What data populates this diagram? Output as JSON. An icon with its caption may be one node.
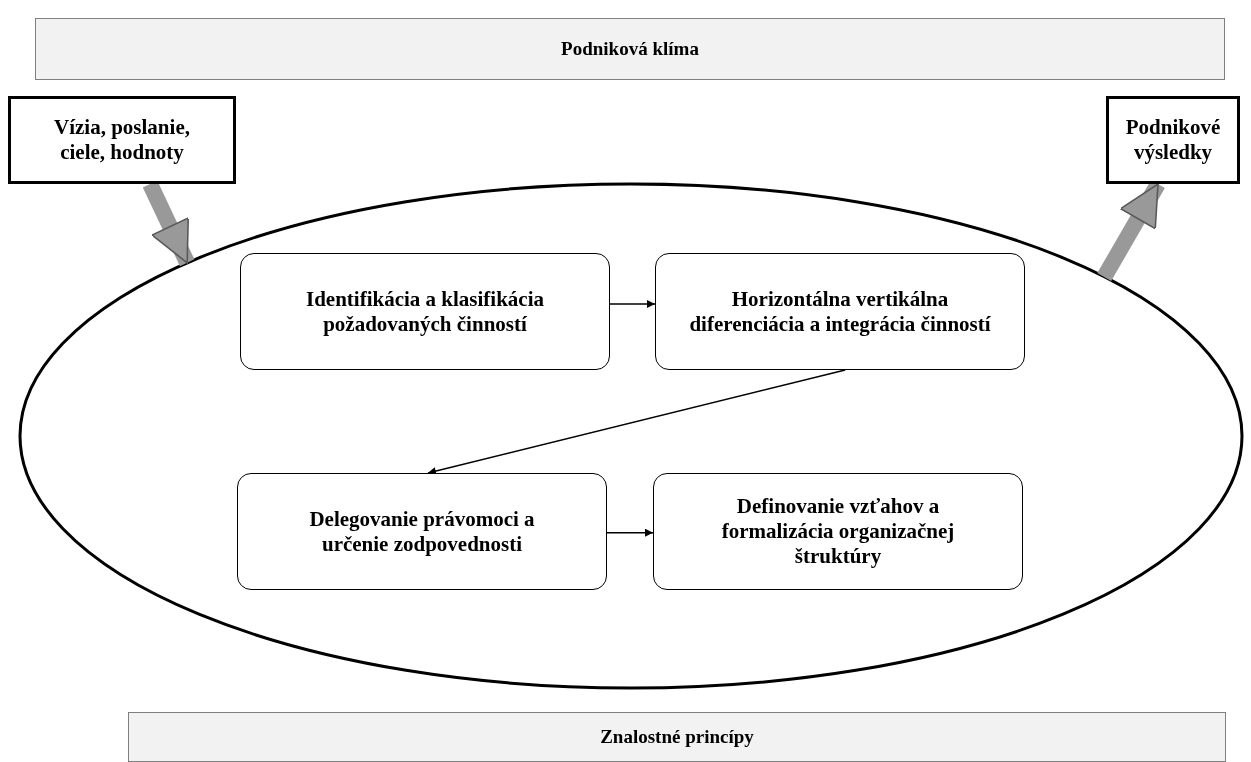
{
  "diagram": {
    "nodes": [
      {
        "text": [
          "Podniková klíma"
        ]
      },
      {
        "text": [
          "Vízia, poslanie, ciele, hodnoty"
        ]
      },
      {
        "text": [
          "Podnikové výsledky"
        ]
      },
      {
        "text": [],
        "shape": "ellipse"
      },
      {
        "text": [
          "Identifikácia a klasifikácia požadovaných činností"
        ],
        "in": 3
      },
      {
        "text": [
          "Horizontálna vertikálna diferenciácia a integrácia činností"
        ],
        "in": 3
      },
      {
        "text": [
          "Delegovanie právomoci a určenie zodpovednosti"
        ],
        "in": 3
      },
      {
        "text": [
          "Definovanie vzťahov a formalizácia organizačnej štruktúry"
        ],
        "in": 3
      },
      {
        "text": [
          "Znalostné princípy"
        ]
      }
    ],
    "edges": [
      {
        "from": 1,
        "to": 3,
        "arrow": "to",
        "style": "thick",
        "color": "#999999"
      },
      {
        "from": 3,
        "to": 2,
        "arrow": "to",
        "style": "thick",
        "color": "#999999"
      },
      {
        "from": 4,
        "to": 5,
        "arrow": "to"
      },
      {
        "from": 5,
        "to": 6,
        "arrow": "to"
      },
      {
        "from": 6,
        "to": 7,
        "arrow": "to"
      }
    ]
  }
}
